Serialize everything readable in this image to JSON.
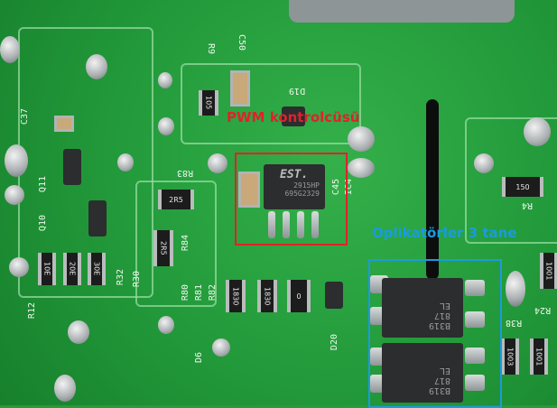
{
  "annotations": {
    "pwm": {
      "label": "PWM kontrolcüsü",
      "color": "#e3202a"
    },
    "opto": {
      "label": "Oplikatörler 3 tane",
      "color": "#1a9be0"
    }
  },
  "pwm_chip": {
    "brand": "EST.",
    "part": "2915HP",
    "code": "695G2329"
  },
  "optocouplers": [
    {
      "l1": "B319",
      "l2": "817",
      "l3": "EL"
    },
    {
      "l1": "B319",
      "l2": "817",
      "l3": "EL"
    }
  ],
  "silkscreen": {
    "r9": "R9",
    "c50": "C50",
    "d19": "D19",
    "c37": "C37",
    "q11": "Q11",
    "q10": "Q10",
    "r12": "R12",
    "r32": "R32",
    "r30": "R30",
    "r83": "R83",
    "r84": "R84",
    "r80": "R80",
    "r81": "R81",
    "r82": "R82",
    "d6": "D6",
    "d20": "D20",
    "c45": "C45",
    "ic4": "IC4",
    "r4": "R4",
    "r38": "R38",
    "r24": "R24"
  },
  "resistors": {
    "r105": "105",
    "r2r5a": "2R5",
    "r2r5b": "2R5",
    "r150": "150",
    "r1830a": "1830",
    "r1830b": "1830",
    "r0": "0",
    "r10e": "10E",
    "r20e": "20E",
    "r30e": "30E",
    "r1001a": "1001",
    "r1003": "1003",
    "r1001b": "1001"
  }
}
